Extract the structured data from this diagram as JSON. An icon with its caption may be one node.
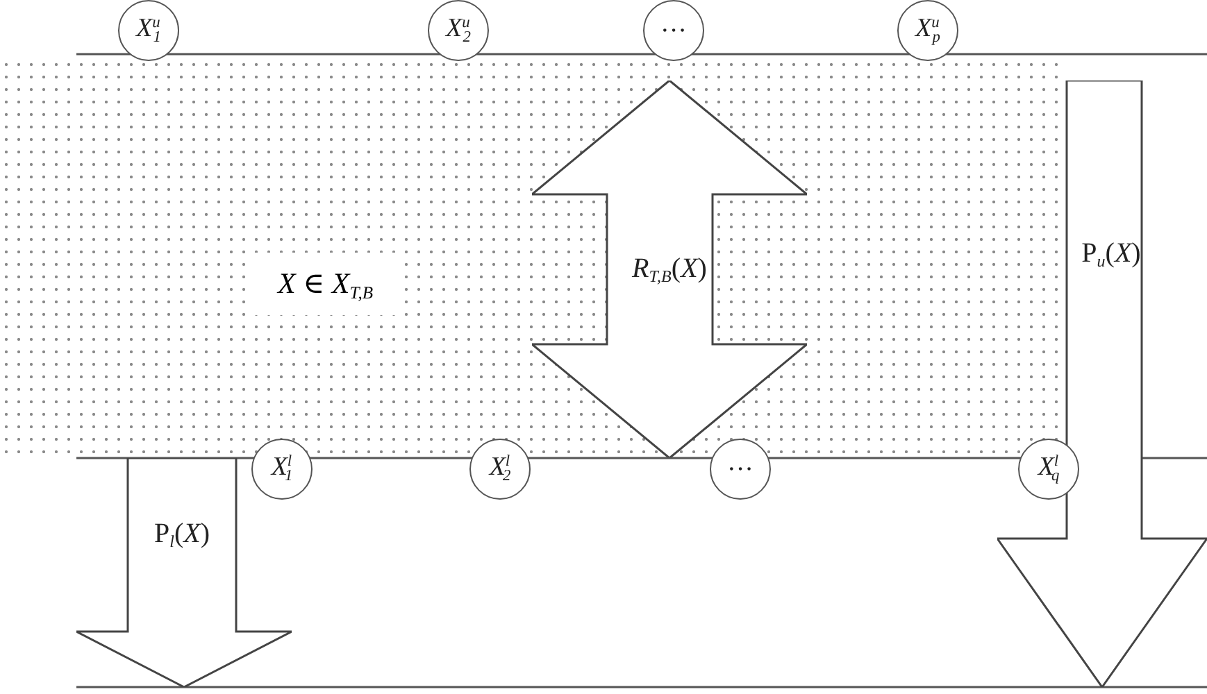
{
  "diagram": {
    "nodes": [
      {
        "text": [
          "*X*$^{u}$$_{1}$"
        ]
      },
      {
        "text": [
          "*X*$^{u}$$_{2}$"
        ]
      },
      {
        "text": [
          "···"
        ]
      },
      {
        "text": [
          "*X*$^{u}$$_{p}$"
        ]
      },
      {
        "text": [
          "*X* ∈ *X*$_{T,B}$"
        ]
      },
      {
        "text": [
          "*R*$_{T,B}$(*X*)"
        ],
        "in": 4
      },
      {
        "text": [
          "P$_{u}$(*X*)"
        ]
      },
      {
        "text": [
          "*X*$^{l}$$_{1}$"
        ]
      },
      {
        "text": [
          "*X*$^{l}$$_{2}$"
        ]
      },
      {
        "text": [
          "···"
        ]
      },
      {
        "text": [
          "*X*$^{l}$$_{q}$"
        ]
      },
      {
        "text": [
          "P$_{l}$(*X*)"
        ]
      }
    ]
  }
}
